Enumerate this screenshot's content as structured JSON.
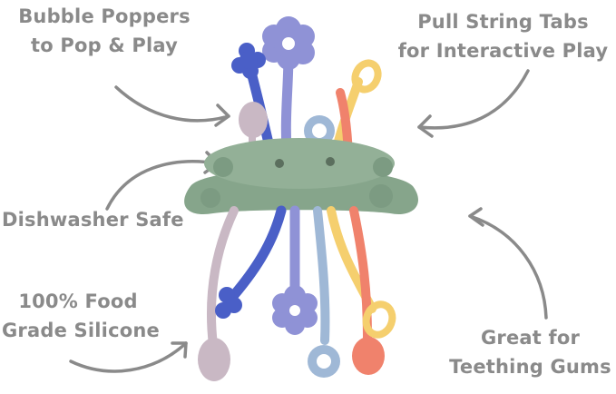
{
  "callouts": {
    "top_left": [
      "Bubble Poppers",
      "to Pop & Play"
    ],
    "top_right": [
      "Pull String Tabs",
      "for Interactive Play"
    ],
    "mid_left": [
      "Dishwasher Safe"
    ],
    "bottom_left": [
      "100% Food",
      "Grade Silicone"
    ],
    "bottom_right": [
      "Great for",
      "Teething Gums"
    ]
  },
  "colors": {
    "text": "#8a8a8a",
    "arrow": "#8a8a8a",
    "base": "#86a58b",
    "blue": "#4a5fc7",
    "purple": "#8f92d6",
    "lavender": "#c9b8c4",
    "yellow": "#f5cf6e",
    "coral": "#f0826c",
    "light_blue": "#9fb8d6"
  },
  "icons": [
    "curved-arrow-icon",
    "flower-tab-icon",
    "ring-tab-icon",
    "bubble-popper-icon",
    "ball-end-icon"
  ]
}
